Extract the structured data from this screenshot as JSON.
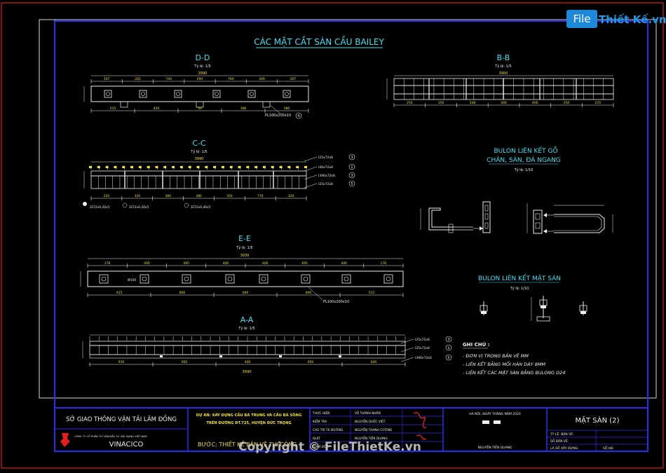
{
  "title": "CÁC MẶT CẮT SÀN CẦU BAILEY",
  "sections": {
    "dd": {
      "name": "D-D",
      "scale": "Tỷ lệ: 1/5",
      "overall": "3990",
      "top_dims": [
        "167",
        "245",
        "740",
        "294",
        "760",
        "349",
        "167"
      ],
      "bottom_dims": [
        "215",
        "420",
        "50",
        "300",
        "380"
      ],
      "note": "PL100x200x10",
      "callout": "4"
    },
    "bb": {
      "name": "B-B",
      "scale": "Tỷ lệ: 1/5",
      "overall": "3900",
      "bottom_dims": [
        "250",
        "150",
        "348",
        "400",
        "400",
        "350",
        "270"
      ]
    },
    "cc": {
      "name": "C-C",
      "scale": "Tỷ lệ: 1/5",
      "overall": "3990",
      "bottom_dims": [
        "220",
        "320",
        "380",
        "380",
        "350",
        "770",
        "320"
      ],
      "labels": [
        "2LT2x0,20x5",
        "2LT2x0,20x5",
        "2LT2x0,40x5"
      ],
      "right_notes": [
        "I25x72x6",
        "I40x72x6",
        "I390x72x6",
        "I25x72x6"
      ],
      "callouts": [
        "3",
        "1",
        "3",
        "5"
      ]
    },
    "ee": {
      "name": "E-E",
      "scale": "Tỷ lệ: 1/5",
      "overall": "3930",
      "top_dims": [
        "176",
        "400",
        "495",
        "400",
        "400",
        "495",
        "400",
        "176"
      ],
      "bottom_dims": [
        "415",
        "800",
        "600",
        "800",
        "515"
      ],
      "note": "PL100x200x10",
      "side_dim": "Ø100"
    },
    "aa": {
      "name": "A-A",
      "scale": "Tỷ lệ: 1/5",
      "overall": "3990",
      "bottom_dims": [
        "910",
        "950",
        "400",
        "950",
        "640"
      ],
      "right_notes": [
        "I25x72x6",
        "I25x72x6",
        "I390x72x6"
      ],
      "callouts": [
        "3",
        "1",
        "5"
      ]
    },
    "bulon_go": {
      "title_1": "BULON LIÊN KẾT GỖ",
      "title_2": "CHÂN, SÀN, ĐÀ NGANG",
      "scale": "Tỷ lệ: 1/10"
    },
    "bulon_san": {
      "title": "BULON LIÊN KẾT MẶT SÀN",
      "scale": "Tỷ lệ: 1/10"
    }
  },
  "notes": {
    "heading": "GHI CHÚ :",
    "items": [
      "- ĐƠN VỊ TRONG BẢN VẼ MM",
      "- LIÊN KẾT BẰNG MỐI HÀN DÀY 8MM",
      "- LIÊN KẾT CÁC MẶT SÀN BẰNG BULONG D24"
    ]
  },
  "title_block": {
    "agency": "SỞ GIAO THÔNG VẬN TẢI LÂM ĐỒNG",
    "company": "CÔNG TY CỔ PHẦN TƯ VẤN ĐẦU TƯ XÂY DỰNG VIỆT NAM",
    "company_short": "VINACICO",
    "project_1": "DỰ ÁN: XÂY DỰNG CẦU BÀ TRUNG VÀ CẦU BÀ SÔNG",
    "project_2": "TRÊN ĐƯỜNG ĐT.725, HUYỆN ĐỨC TRỌNG",
    "stage": "BƯỚC: THIẾT KẾ BẢN VẼ THI CÔNG",
    "roles": [
      {
        "role": "THỰC HIỆN",
        "name": "VÕ THÀNH NHÂN"
      },
      {
        "role": "KIỂM TRA",
        "name": "NGUYỄN QUỐC VIỆT"
      },
      {
        "role": "CHỦ TRÌ TK ĐƯỜNG",
        "name": "NGUYỄN THANH CƯỜNG"
      },
      {
        "role": "QLKT",
        "name": "NGUYỄN TIẾN QUANG"
      },
      {
        "role": "GIÁM ĐỐC",
        "name": ""
      }
    ],
    "date_line": "HÀ NỘI, NGÀY    THÁNG    NĂM 2020",
    "director": "NGUYỄN TIẾN QUANG",
    "sheet_title": "MẶT SÀN (2)",
    "scale_label": "TỶ LỆ: BẢN VẼ:",
    "sheet_no_label": "SỐ BẢN VẼ:",
    "code_label": "LÀ SỐ XÂY DỰNG:",
    "code_value": "SỐ HĐ"
  },
  "watermark": {
    "logo_file": "File",
    "logo_rest": "Thiết Kế.vn",
    "copyright": "Copyright © FileThietKe.vn"
  },
  "colors": {
    "frame": "#2a2af0",
    "border": "#d82020",
    "line": "#f0f0f0",
    "cyan": "#40e0f0",
    "yellow": "#f0e040",
    "green": "#40d040",
    "red": "#e02020"
  }
}
